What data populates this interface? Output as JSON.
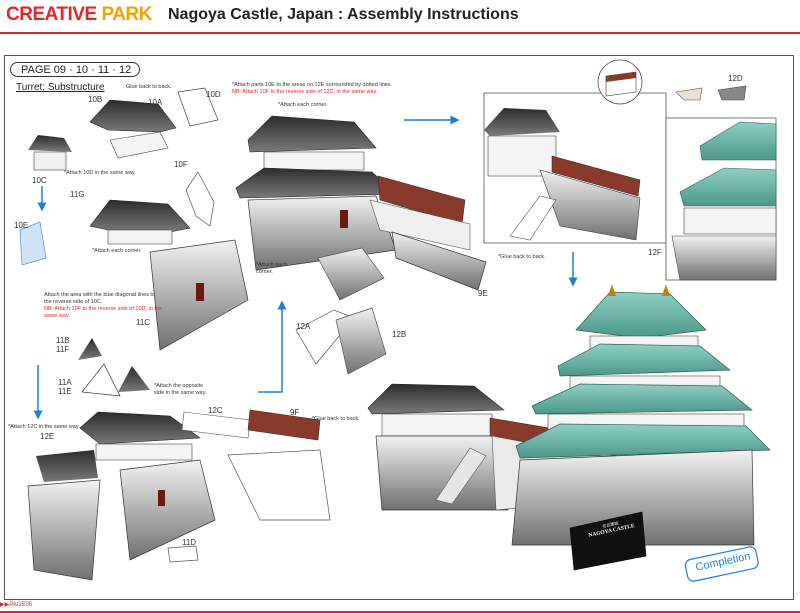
{
  "header": {
    "logo_part1": "CREATIVE ",
    "logo_part2": "PARK",
    "title": "Nagoya Castle, Japan : Assembly Instructions"
  },
  "page_pill": "PAGE 09 · 10 · 11 · 12",
  "section": "Turret; Substructure",
  "notes": {
    "glue_back_1": "Glue back to back.",
    "attach_10d": "*Attach 10D in the same way.",
    "attach_corner_1": "*Attach each corner.",
    "blue_lines": "Attach the area with the blue diagonal lines to the reverse side of 10C.",
    "blue_lines_nb": "NB: Attach 10F to the reverse side of 10D, in the same way.",
    "attach_10e": "*Attach parts 10E to the areas on 12E surrounded by dotted lines.",
    "attach_10e_nb": "NB: Attach 10F to the reverse side of 12C, in the same way.",
    "attach_corner_2": "*Attach each corner.",
    "attach_corner_3": "*Attach each corner.",
    "glue_back_2": "*Glue back to back.",
    "opposite_side": "*Attach the opposite side in the same way.",
    "attach_12c": "*Attach 12C in the same way.",
    "glue_back_3": "*Glue back to back."
  },
  "parts": {
    "p10b": "10B",
    "p10a": "10A",
    "p10d": "10D",
    "p10c": "10C",
    "p10f": "10F",
    "p11g": "11G",
    "p10e": "10E",
    "p11c": "11C",
    "p11b": "11B",
    "p11f": "11F",
    "p11a": "11A",
    "p11e": "11E",
    "p12e": "12E",
    "p12c": "12C",
    "p9f": "9F",
    "p11d": "11D",
    "p12a": "12A",
    "p12b": "12B",
    "p9e": "9E",
    "p12d": "12D",
    "p12f": "12F"
  },
  "plaque": {
    "line1": "NAGOYA CASTLE",
    "small": "名古屋城"
  },
  "completion": "Completion",
  "footer": "▶▶PAGE05",
  "colors": {
    "brand_red": "#e3262b",
    "brand_orange": "#f5a000",
    "roof_green": "#5fa79a",
    "arrow_blue": "#1f7fd6"
  }
}
